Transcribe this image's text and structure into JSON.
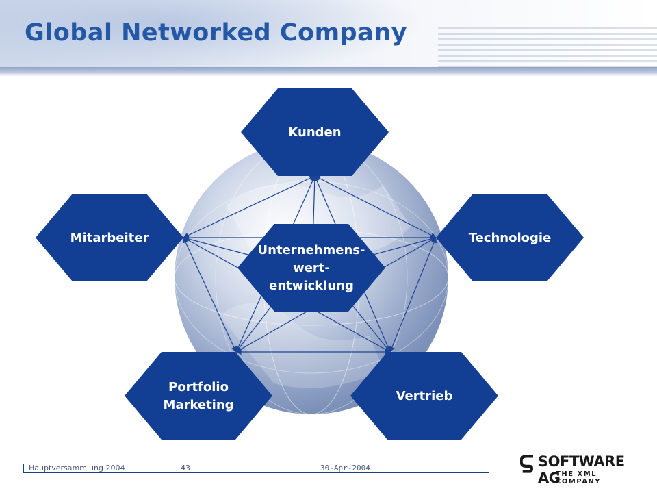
{
  "slide": {
    "title": "Global Networked Company",
    "colors": {
      "title": "#2458a6",
      "node": "#123f93",
      "arrow": "#1d4494"
    }
  },
  "nodes": [
    {
      "id": "kunden",
      "lines": [
        "Kunden"
      ]
    },
    {
      "id": "mitarbeiter",
      "lines": [
        "Mitarbeiter"
      ]
    },
    {
      "id": "technologie",
      "lines": [
        "Technologie"
      ]
    },
    {
      "id": "center",
      "lines": [
        "Unternehmens-",
        "wert-",
        "entwicklung"
      ]
    },
    {
      "id": "portfolio",
      "lines": [
        "Portfolio",
        "Marketing"
      ]
    },
    {
      "id": "vertrieb",
      "lines": [
        "Vertrieb"
      ]
    }
  ],
  "edges": [
    [
      "kunden",
      "mitarbeiter"
    ],
    [
      "kunden",
      "technologie"
    ],
    [
      "kunden",
      "center"
    ],
    [
      "kunden",
      "portfolio"
    ],
    [
      "kunden",
      "vertrieb"
    ],
    [
      "mitarbeiter",
      "technologie"
    ],
    [
      "mitarbeiter",
      "center"
    ],
    [
      "mitarbeiter",
      "portfolio"
    ],
    [
      "mitarbeiter",
      "vertrieb"
    ],
    [
      "technologie",
      "center"
    ],
    [
      "technologie",
      "portfolio"
    ],
    [
      "technologie",
      "vertrieb"
    ],
    [
      "center",
      "portfolio"
    ],
    [
      "center",
      "vertrieb"
    ],
    [
      "portfolio",
      "vertrieb"
    ]
  ],
  "footer": {
    "event": "Hauptversammlung 2004",
    "page": "43",
    "date": "30-Apr-2004"
  },
  "logo": {
    "name": "SOFTWARE AG",
    "tagline": "THE XML COMPANY"
  }
}
